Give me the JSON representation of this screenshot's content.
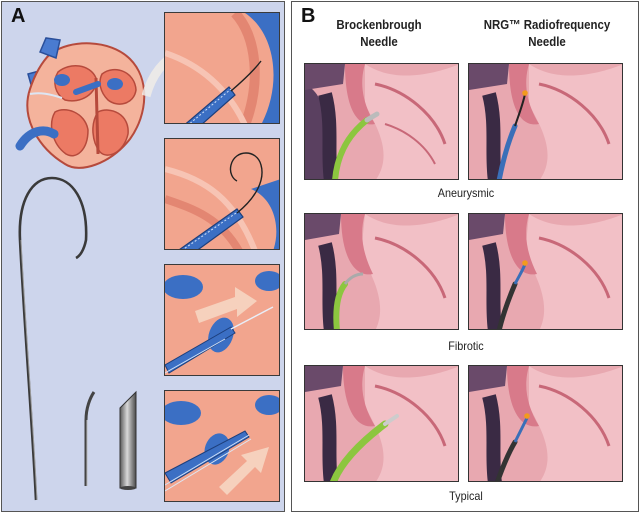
{
  "panel_a": {
    "letter": "A"
  },
  "panel_b": {
    "letter": "B",
    "columns": [
      {
        "line1": "Brockenbrough",
        "line2": "Needle"
      },
      {
        "line1": "NRG™ Radiofrequency",
        "line2": "Needle"
      }
    ],
    "rows": [
      {
        "caption": "Aneurysmic"
      },
      {
        "caption": "Fibrotic"
      },
      {
        "caption": "Typical"
      }
    ]
  },
  "colors": {
    "panel_a_background": "#cdd5ec",
    "tissue": "#f2a58e",
    "septum_blue": "#3b6fc4",
    "brockenbrough_green": "#8cc63f",
    "nrg_blue": "#3a6fb8",
    "heart_pink": "#e8a0a8"
  }
}
